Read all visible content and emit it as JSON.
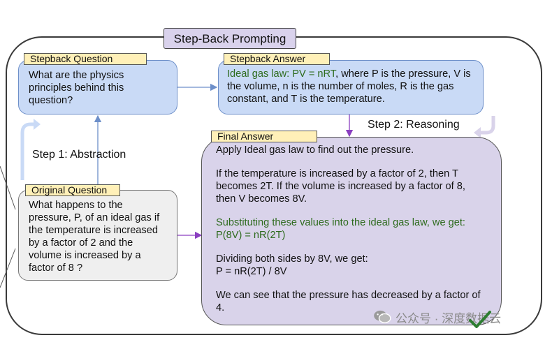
{
  "title": "Step-Back Prompting",
  "stepback_question": {
    "tag": "Stepback Question",
    "text": "What are the physics principles behind this question?"
  },
  "stepback_answer": {
    "tag": "Stepback Answer",
    "highlight": "Ideal gas law: PV = nRT",
    "rest": ", where P is the pressure, V is the volume, n is the number of moles, R is the gas constant, and T is the temperature."
  },
  "original_question": {
    "tag": "Original Question",
    "text": "What happens to the pressure, P, of an ideal gas if the temperature is increased by a factor of 2 and the volume is increased by a factor of 8 ?"
  },
  "final_answer": {
    "tag": "Final Answer",
    "p1": "Apply Ideal gas law to find out the pressure.",
    "p2": "If the temperature is increased by a factor of 2, then T becomes 2T. If the volume is increased by a factor of 8, then V becomes 8V.",
    "p3": "Substituting these values into the ideal gas law, we get: P(8V) = nR(2T)",
    "p4_line1": "Dividing both sides by 8V, we get:",
    "p4_line2": "P = nR(2T) / 8V",
    "p5": "We can see that the pressure has decreased by a factor of 4."
  },
  "step1_label": "Step 1: Abstraction",
  "step2_label": "Step 2: Reasoning",
  "watermark": "公众号 · 深度数据云",
  "colors": {
    "blue_fill": "#c9daf6",
    "grey_fill": "#efefef",
    "purple_fill": "#d9d3ea",
    "tag_fill": "#fff0b8",
    "green_text": "#2e6b1e",
    "arrow_blue": "#6d8fc9",
    "arrow_purple": "#8a3fc0",
    "check_green": "#2e7d32"
  },
  "icons": [
    "wechat-icon",
    "checkmark-icon",
    "curved-arrow-icon"
  ]
}
